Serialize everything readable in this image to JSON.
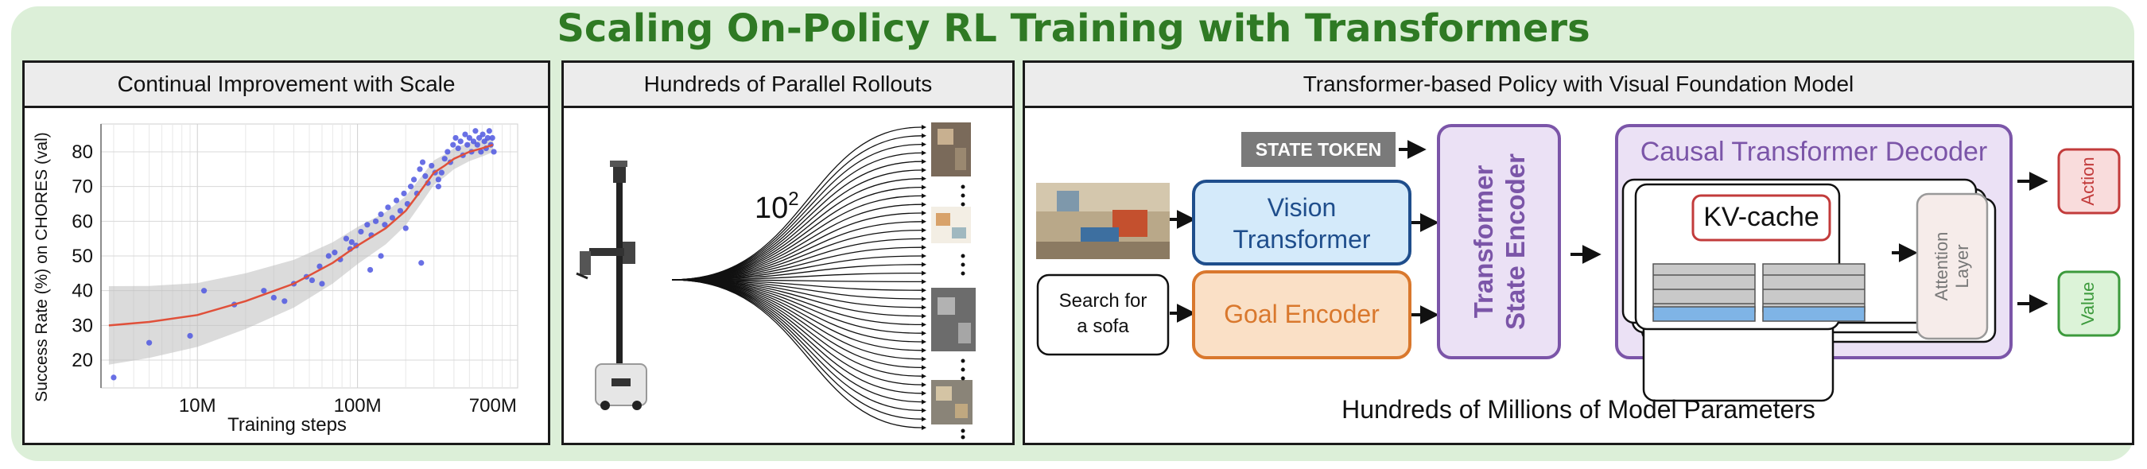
{
  "title": "Scaling On-Policy RL Training with Transformers",
  "panels": {
    "left": {
      "title": "Continual Improvement with Scale"
    },
    "middle": {
      "title": "Hundreds of Parallel Rollouts",
      "rollout_label_base": "10",
      "rollout_label_exp": "2"
    },
    "right": {
      "title": "Transformer-based Policy with Visual Foundation Model",
      "state_token": "STATE TOKEN",
      "vision_line1": "Vision",
      "vision_line2": "Transformer",
      "goal_text_line1": "Search for",
      "goal_text_line2": "a sofa",
      "goal_encoder": "Goal Encoder",
      "state_encoder_line1": "Transformer",
      "state_encoder_line2": "State Encoder",
      "decoder_title": "Causal Transformer Decoder",
      "kv_cache": "KV-cache",
      "attention_line1": "Attention",
      "attention_line2": "Layer",
      "action": "Action",
      "value": "Value",
      "caption": "Hundreds of Millions of Model Parameters"
    }
  },
  "colors": {
    "title_green": "#2f7a24",
    "vision_blue": "#1f4e8c",
    "goal_orange": "#d9782d",
    "purple": "#7b55a8",
    "red": "#c23b3b",
    "green": "#3c9a3c"
  },
  "chart_data": {
    "type": "scatter",
    "xlabel": "Training steps",
    "ylabel": "Success Rate (%) on CHORES (val)",
    "xscale": "log",
    "xlim": [
      2.5,
      1000
    ],
    "ylim": [
      12,
      88
    ],
    "x_tick_labels": [
      "10M",
      "100M",
      "700M"
    ],
    "x_ticks": [
      10,
      100,
      700
    ],
    "y_ticks": [
      20,
      30,
      40,
      50,
      60,
      70,
      80
    ],
    "grid": true,
    "points": [
      [
        3,
        15
      ],
      [
        5,
        25
      ],
      [
        9,
        27
      ],
      [
        11,
        40
      ],
      [
        17,
        36
      ],
      [
        26,
        40
      ],
      [
        30,
        38
      ],
      [
        35,
        37
      ],
      [
        40,
        42
      ],
      [
        48,
        44
      ],
      [
        52,
        43
      ],
      [
        58,
        47
      ],
      [
        66,
        50
      ],
      [
        72,
        51
      ],
      [
        78,
        49
      ],
      [
        85,
        55
      ],
      [
        92,
        54
      ],
      [
        98,
        53
      ],
      [
        105,
        57
      ],
      [
        115,
        59
      ],
      [
        122,
        56
      ],
      [
        130,
        60
      ],
      [
        140,
        62
      ],
      [
        148,
        59
      ],
      [
        155,
        64
      ],
      [
        165,
        61
      ],
      [
        175,
        66
      ],
      [
        185,
        63
      ],
      [
        195,
        68
      ],
      [
        205,
        65
      ],
      [
        215,
        70
      ],
      [
        225,
        72
      ],
      [
        235,
        68
      ],
      [
        245,
        75
      ],
      [
        255,
        77
      ],
      [
        265,
        73
      ],
      [
        275,
        71
      ],
      [
        290,
        76
      ],
      [
        305,
        74
      ],
      [
        320,
        72
      ],
      [
        335,
        74
      ],
      [
        350,
        78
      ],
      [
        365,
        80
      ],
      [
        380,
        77
      ],
      [
        395,
        82
      ],
      [
        410,
        84
      ],
      [
        425,
        81
      ],
      [
        440,
        83
      ],
      [
        455,
        79
      ],
      [
        470,
        85
      ],
      [
        485,
        82
      ],
      [
        500,
        84
      ],
      [
        515,
        80
      ],
      [
        530,
        83
      ],
      [
        545,
        86
      ],
      [
        560,
        82
      ],
      [
        575,
        84
      ],
      [
        590,
        80
      ],
      [
        605,
        85
      ],
      [
        620,
        83
      ],
      [
        635,
        81
      ],
      [
        650,
        84
      ],
      [
        665,
        86
      ],
      [
        680,
        82
      ],
      [
        695,
        84
      ],
      [
        710,
        80
      ],
      [
        140,
        50
      ],
      [
        250,
        48
      ],
      [
        120,
        46
      ],
      [
        60,
        42
      ],
      [
        90,
        52
      ],
      [
        200,
        58
      ],
      [
        320,
        70
      ]
    ],
    "trend": [
      [
        2.8,
        30
      ],
      [
        5,
        31
      ],
      [
        10,
        33
      ],
      [
        20,
        37
      ],
      [
        40,
        42
      ],
      [
        70,
        48
      ],
      [
        100,
        53
      ],
      [
        150,
        58
      ],
      [
        200,
        63
      ],
      [
        250,
        69
      ],
      [
        300,
        74
      ],
      [
        350,
        76
      ],
      [
        400,
        78
      ],
      [
        500,
        80
      ],
      [
        600,
        81
      ],
      [
        700,
        82
      ]
    ]
  }
}
